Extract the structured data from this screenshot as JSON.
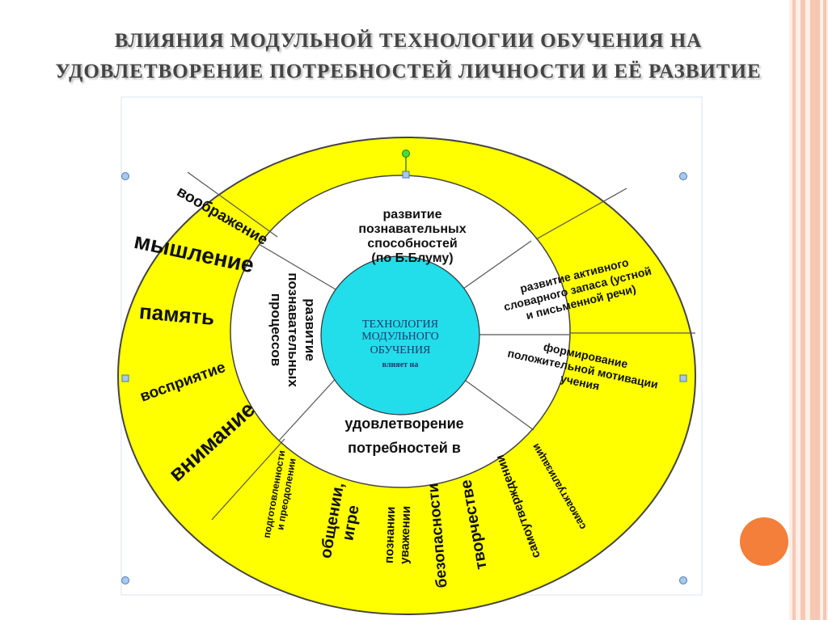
{
  "slide": {
    "title_line1": "ВЛИЯНИЯ МОДУЛЬНОЙ ТЕХНОЛОГИИ ОБУЧЕНИЯ НА",
    "title_line2": "УДОВЛЕТВОРЕНИЕ ПОТРЕБНОСТЕЙ ЛИЧНОСТИ И ЕЁ РАЗВИТИЕ"
  },
  "colors": {
    "outer_ring": "#ffff00",
    "center": "#22ddea",
    "accent_circle": "#f47f3a",
    "stripe_pink": "#f6c7b3",
    "line": "#555555"
  },
  "center": {
    "line1": "ТЕХНОЛОГИЯ",
    "line2": "МОДУЛЬНОГО",
    "line3": "ОБУЧЕНИЯ",
    "line4": "влияет на"
  },
  "middle": {
    "top_line1": "развитие",
    "top_line2": "познавательных",
    "top_line3": "способностей",
    "top_line4": "(по Б.Блуму)",
    "left_line1": "развитие",
    "left_line2": "познавательных",
    "left_line3": "процессов",
    "right_top_line1": "развитие активного",
    "right_top_line2": "словарного запаса (устной",
    "right_top_line3": "и письменной речи)",
    "right_bottom_line1": "формирование",
    "right_bottom_line2": "положительной мотивации",
    "right_bottom_line3": "учения",
    "bottom_line1": "удовлетворение",
    "bottom_line2": "потребностей в"
  },
  "outer_left": {
    "w1": "воображение",
    "w2": "мышление",
    "w3": "память",
    "w4": "восприятие",
    "w5": "внимание"
  },
  "outer_bottom": {
    "w1a": "подготовленности",
    "w1b": "и преодолении",
    "w2a": "общении,",
    "w2b": "игре",
    "w3a": "познании",
    "w3b": "уважении",
    "w4": "безопасности",
    "w5": "творчестве",
    "w6": "самоутверждении",
    "w7": "самоактуализации"
  }
}
